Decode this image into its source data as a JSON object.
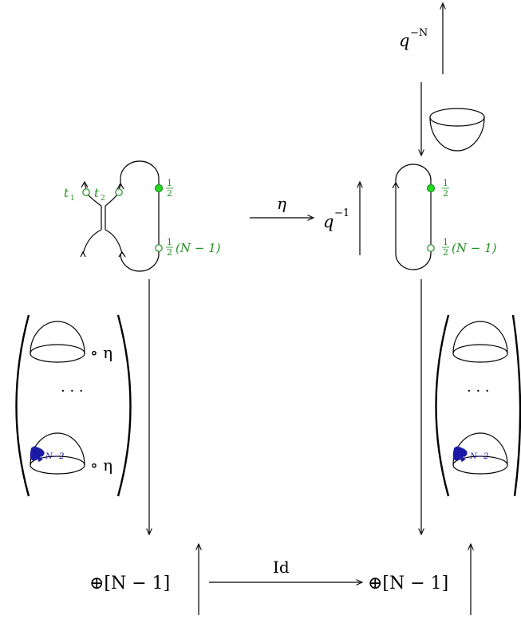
{
  "top_right": {
    "q_label": "q",
    "q_exp": "−N"
  },
  "left_web": {
    "t1": "t",
    "t1_sub": "1",
    "t2": "t",
    "t2_sub": "2"
  },
  "dots": {
    "half": "1",
    "half_den": "2",
    "half_n": "(N − 1)"
  },
  "top_arrow": {
    "label": "η"
  },
  "middle_right": {
    "q_label": "q",
    "q_exp": "−1"
  },
  "left_matrix": {
    "ellipsis": "· · ·",
    "compose": "∘ η",
    "spade_label": "N−2"
  },
  "right_matrix": {
    "ellipsis": "· · ·",
    "spade_label": "N−2"
  },
  "bottom": {
    "left_label": "⊕[N − 1]",
    "arrow_label": "Id",
    "right_label": "⊕[N − 1]"
  },
  "colors": {
    "green": "#1e8f1e",
    "green_fill": "#22dd22",
    "blue": "#1a1aa6"
  }
}
